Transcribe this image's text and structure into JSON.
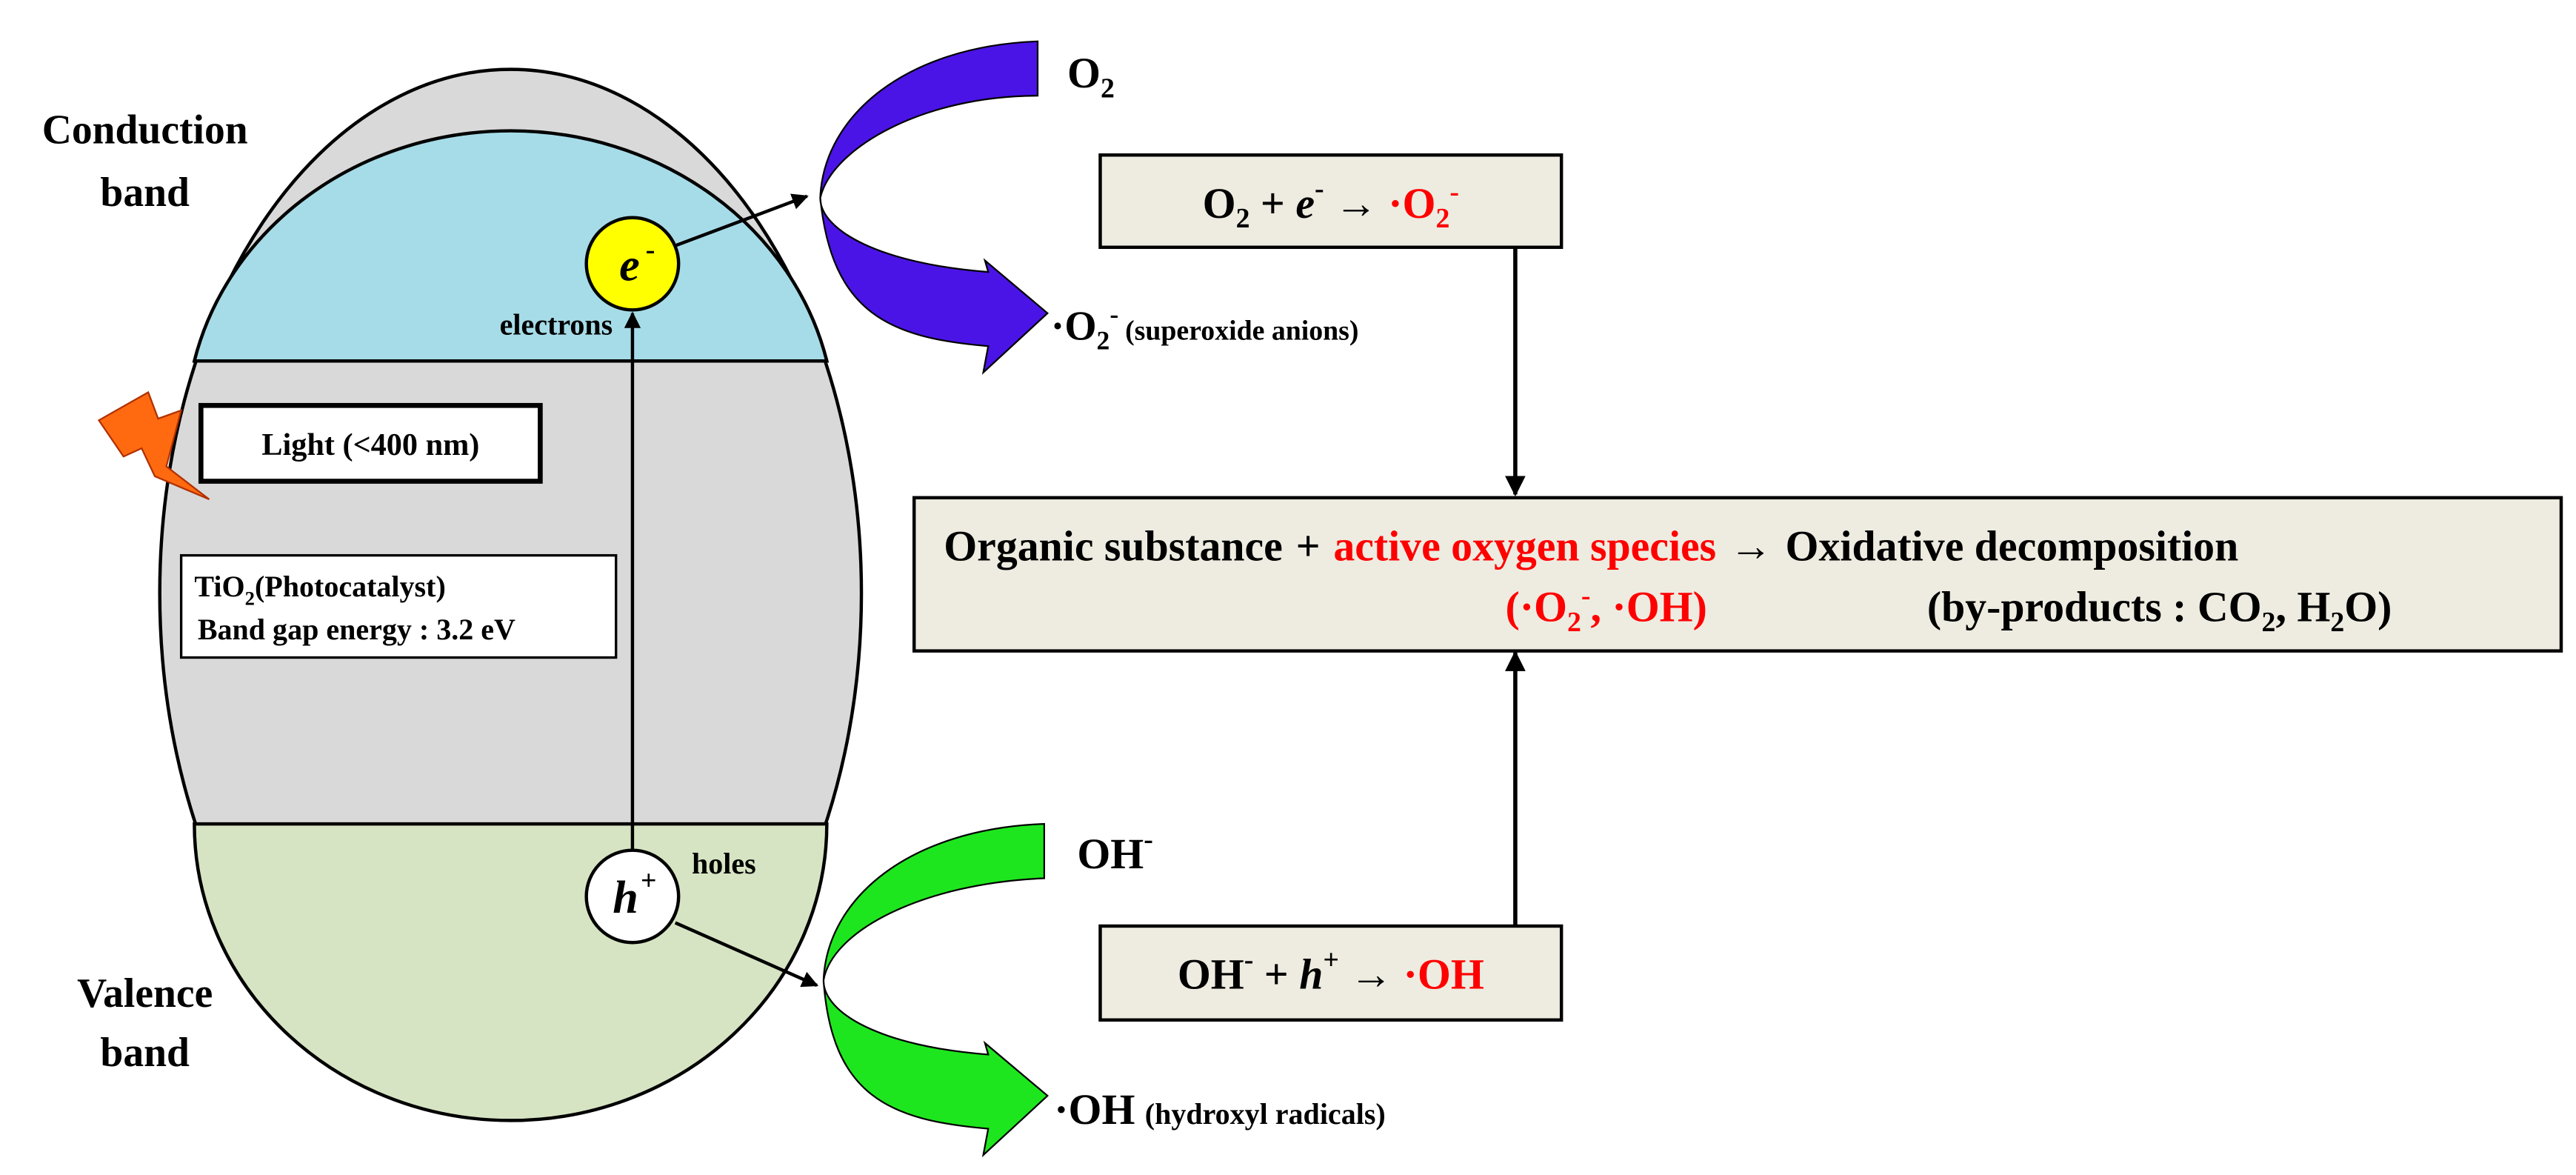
{
  "colors": {
    "conduction_band": "#a6dce8",
    "valence_band": "#d6e4c3",
    "body": "#d9d9d9",
    "electron": "#ffff00",
    "hole": "#ffffff",
    "superoxide_arrow": "#4b14e6",
    "hydroxyl_arrow": "#1ee61e",
    "lightning": "#ff6a10",
    "box_fill": "#eeece1",
    "red_text": "#ff0000"
  },
  "band_labels": {
    "conduction_1": "Conduction",
    "conduction_2": "band",
    "valence_1": "Valence",
    "valence_2": "band"
  },
  "particles": {
    "electron_symbol": "e",
    "electron_sup": "-",
    "electron_label": "electrons",
    "hole_symbol": "h",
    "hole_sup": "+",
    "hole_label": "holes"
  },
  "light_label": "Light (<400 nm)",
  "catalyst": {
    "line1_a": "TiO",
    "line1_sub": "2",
    "line1_b": "(Photocatalyst)",
    "line2": "Band gap energy : 3.2 eV"
  },
  "top_branch": {
    "reactant": "O",
    "reactant_sub": "2",
    "product_dot": "·",
    "product": "O",
    "product_sub": "2",
    "product_sup": "-",
    "product_note": "(superoxide anions)"
  },
  "bottom_branch": {
    "reactant": "OH",
    "reactant_sup": "-",
    "product": "·OH",
    "product_note": "(hydroxyl radicals)"
  },
  "eq_top": {
    "a": "O",
    "a_sub": "2",
    "plus": " + ",
    "e": "e",
    "e_sup": "-",
    "arrow": " → ",
    "prod": "·O",
    "prod_sub": "2",
    "prod_sup": "-"
  },
  "eq_bottom": {
    "a": "OH",
    "a_sup": "-",
    "plus": " + ",
    "h": "h",
    "h_sup": "+",
    "arrow": " → ",
    "prod": "·OH"
  },
  "main_box": {
    "organic": "Organic substance",
    "plus": "+",
    "active": "active oxygen species",
    "arrow": "→",
    "oxidative": "Oxidative decomposition",
    "species_a": "(·O",
    "species_sub": "2",
    "species_sup": "-",
    "species_b": ", ·OH)",
    "byproducts_a": "(by-products : CO",
    "byproducts_sub1": "2",
    "byproducts_b": ", H",
    "byproducts_sub2": "2",
    "byproducts_c": "O)"
  }
}
